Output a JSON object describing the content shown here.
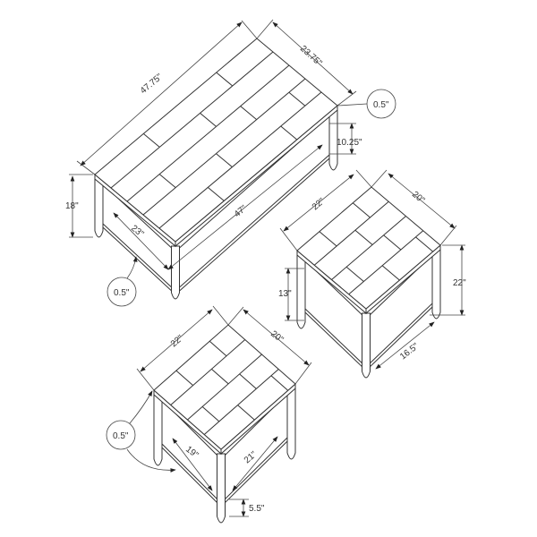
{
  "coffee_table": {
    "length": "47.75\"",
    "width": "23.75\"",
    "top_thickness": "0.5\"",
    "shelf_clearance": "10.25\"",
    "height": "18\"",
    "shelf_depth": "23\"",
    "shelf_length": "47\"",
    "shelf_thickness": "0.5\""
  },
  "end_table_right": {
    "length": "22\"",
    "width": "20\"",
    "shelf_clearance": "13\"",
    "height": "22\"",
    "shelf_depth": "16.5\""
  },
  "end_table_bottom": {
    "length": "22\"",
    "width": "20\"",
    "top_thickness": "0.5\"",
    "shelf_length": "19\"",
    "shelf_width": "21\"",
    "shelf_height": "5.5\""
  }
}
